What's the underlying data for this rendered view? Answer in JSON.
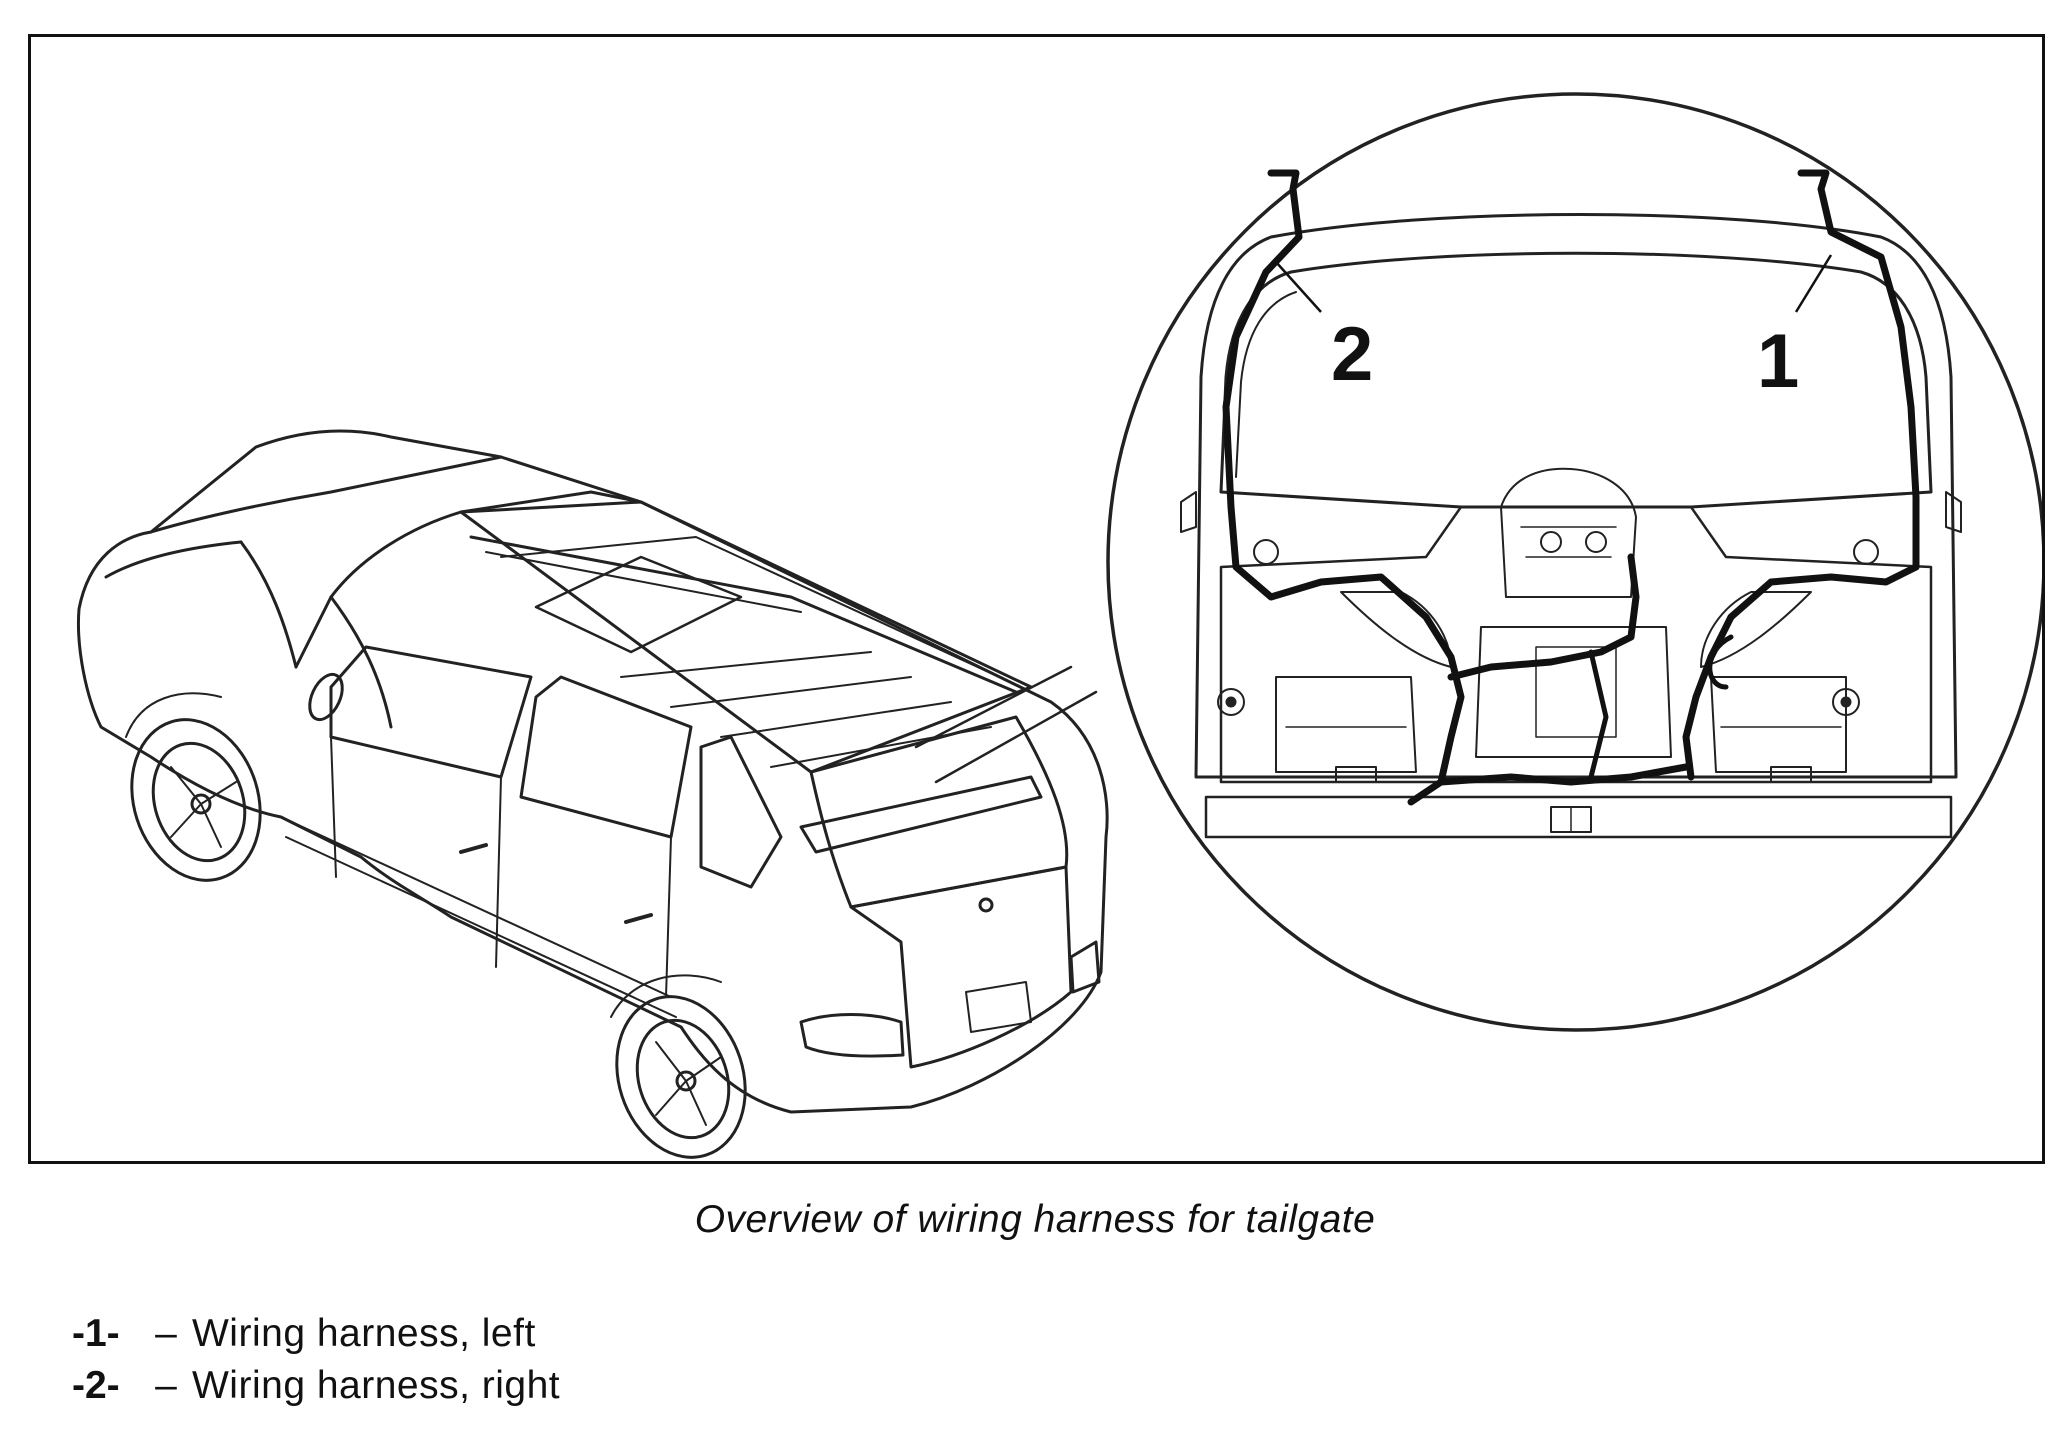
{
  "figure": {
    "callouts": [
      {
        "id": "1",
        "label": "1"
      },
      {
        "id": "2",
        "label": "2"
      }
    ]
  },
  "caption": "Overview of wiring harness for tailgate",
  "legend": [
    {
      "num": "-1-",
      "dash": "–",
      "text": "Wiring harness, left"
    },
    {
      "num": "-2-",
      "dash": "–",
      "text": "Wiring harness, right"
    }
  ]
}
